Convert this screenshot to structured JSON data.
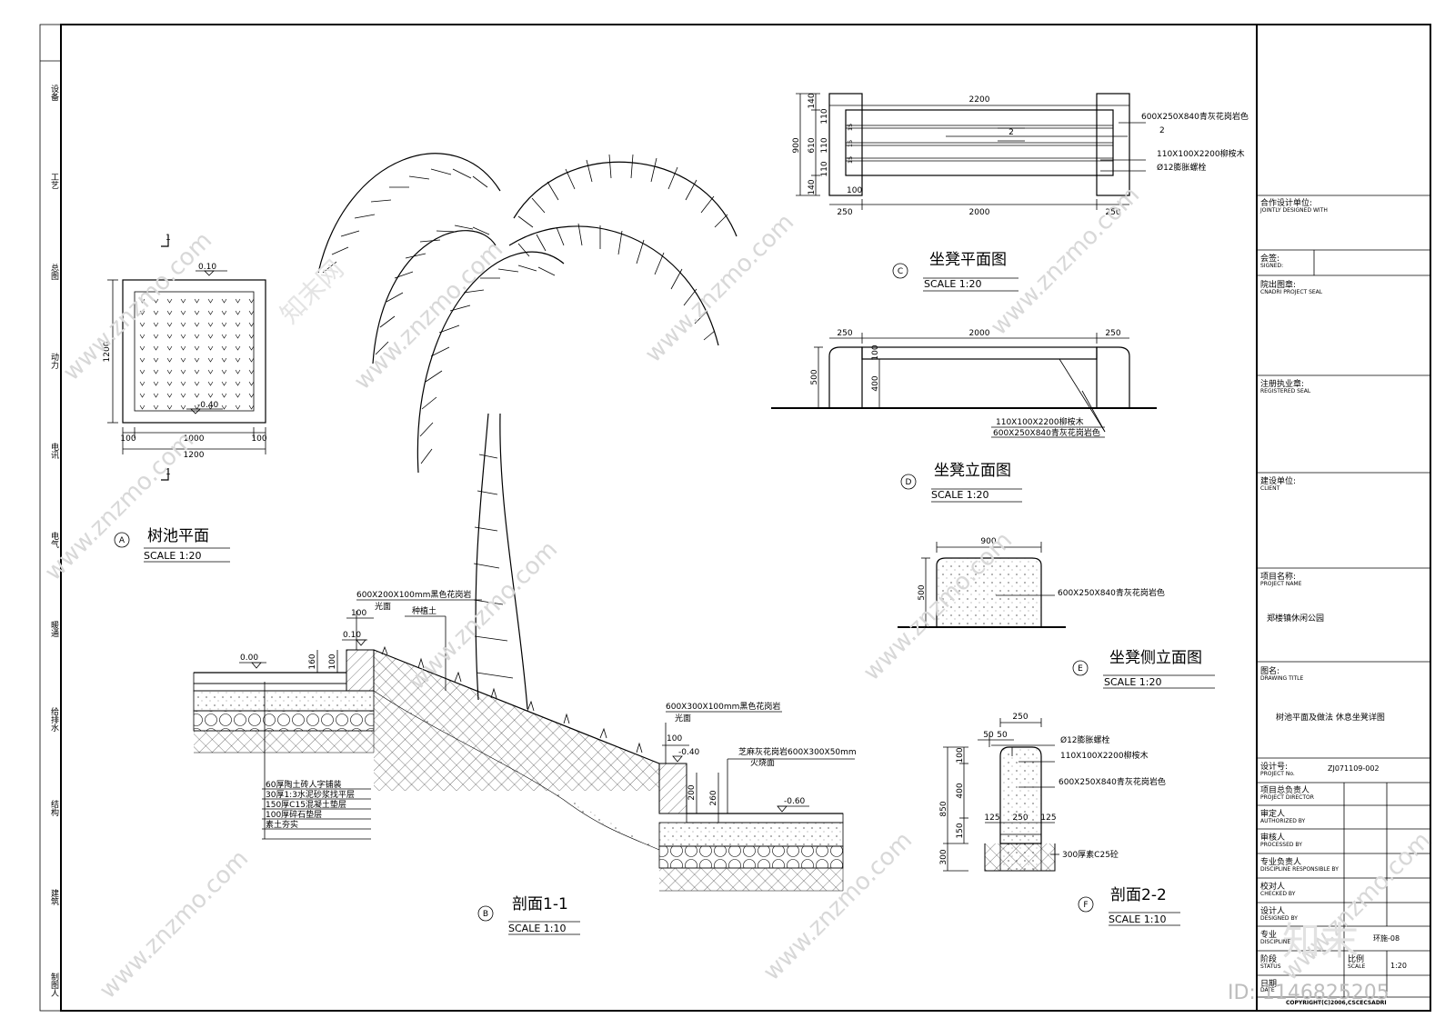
{
  "left_strip": [
    "设备",
    "工艺",
    "总图",
    "动力",
    "电讯",
    "电气",
    "暖通",
    "给排水",
    "结构",
    "建筑",
    "制图人"
  ],
  "title_block": {
    "jointly_cn": "合作设计单位:",
    "jointly_en": "JOINTLY DESIGNED WITH",
    "signed_cn": "会签:",
    "signed_en": "SIGNED:",
    "seal_cn": "院出图章:",
    "seal_en": "CNADRI PROJECT SEAL",
    "reg_cn": "注册执业章:",
    "reg_en": "REGISTERED SEAL",
    "client_cn": "建设单位:",
    "client_en": "CLIENT",
    "project_cn": "项目名称:",
    "project_en": "PROJECT NAME",
    "project_value": "郑楼镇休闲公园",
    "title_cn": "图名:",
    "title_en": "DRAWING TITLE",
    "title_value": "树池平面及做法  休息坐凳详图",
    "projno_cn": "设计号:",
    "projno_en": "PROJECT No.",
    "projno_value": "ZJ071109-002",
    "director_cn": "项目总负责人",
    "director_en": "PROJECT DIRECTOR",
    "auth_cn": "审定人",
    "auth_en": "AUTHORIZED BY",
    "proc_cn": "审核人",
    "proc_en": "PROCESSED BY",
    "disc_cn": "专业负责人",
    "disc_en": "DISCIPLINE RESPONSIBLE BY",
    "checked_cn": "校对人",
    "checked_en": "CHECKED BY",
    "designed_cn": "设计人",
    "designed_en": "DESIGNED BY",
    "discipline_cn": "专业",
    "discipline_en": "DISCIPLINE",
    "sheet_value": "环施-08",
    "status_cn": "阶段",
    "status_en": "STATUS",
    "scale_cn": "比例",
    "scale_en": "SCALE",
    "scale_value": "1:20",
    "date_cn": "日期",
    "date_en": "DATE",
    "copyright": "COPYRIGHT(C)2006,CSCECSADRI"
  },
  "views": {
    "a": {
      "mark": "A",
      "title": "树池平面",
      "scale": "SCALE    1:20",
      "sec_mark": "1",
      "dims": {
        "w_total": "1200",
        "w_mid": "1000",
        "w_side": "100",
        "h_total": "1200"
      },
      "levels": {
        "top": "0.10",
        "bottom": "-0.40"
      }
    },
    "b": {
      "mark": "B",
      "title": "剖面1-1",
      "scale": "SCALE 1:10",
      "labels": {
        "granite1": "600X200X100mm黑色花岗岩",
        "finish1": "光面",
        "soil": "种植土",
        "granite2": "600X300X100mm黑色花岗岩",
        "finish2": "光面",
        "granite3": "芝麻灰花岗岩600X300X50mm",
        "finish3": "火烧面"
      },
      "layers": [
        "60厚陶土砖人字铺装",
        "30厚1:3水泥砂浆找平层",
        "150厚C15混凝土垫层",
        "100厚碎石垫层",
        "素土夯实"
      ],
      "dims": {
        "d100a": "100",
        "d160": "160",
        "d100b": "100",
        "d100c": "100",
        "d200": "200",
        "d260": "260"
      },
      "levels": {
        "l0": "0.00",
        "l1": "0.10",
        "l2": "-0.40",
        "l3": "-0.60"
      }
    },
    "c": {
      "mark": "C",
      "title": "坐凳平面图",
      "scale": "SCALE    1:20",
      "labels": {
        "stone": "600X250X840青灰花岗岩色",
        "wood": "110X100X2200柳桉木",
        "bolt": "Ø12膨胀螺栓",
        "sec2": "2"
      },
      "dims": {
        "top": "2200",
        "left": "250",
        "mid": "2000",
        "right": "250",
        "h900": "900",
        "h140a": "140",
        "h110a": "110",
        "h610": "610",
        "h110b": "110",
        "h110c": "110",
        "h140b": "140",
        "s15": "15",
        "s100": "100"
      }
    },
    "d": {
      "mark": "D",
      "title": "坐凳立面图",
      "scale": "SCALE    1:20",
      "labels": {
        "wood": "110X100X2200柳桉木",
        "stone": "600X250X840青灰花岗岩色"
      },
      "dims": {
        "left": "250",
        "mid": "2000",
        "right": "250",
        "h500": "500",
        "h400": "400",
        "h100": "100"
      }
    },
    "e": {
      "mark": "E",
      "title": "坐凳侧立面图",
      "scale": "SCALE         1:20",
      "labels": {
        "stone": "600X250X840青灰花岗岩色"
      },
      "dims": {
        "w": "900",
        "h": "500"
      }
    },
    "f": {
      "mark": "F",
      "title": "剖面2-2",
      "scale": "SCALE 1:10",
      "labels": {
        "bolt": "Ø12膨胀螺栓",
        "wood": "110X100X2200柳桉木",
        "stone": "600X250X840青灰花岗岩色",
        "concrete": "300厚素C25砼"
      },
      "dims": {
        "top": "250",
        "d50a": "50",
        "d50b": "50",
        "h100": "100",
        "h400": "400",
        "h850": "850",
        "h150": "150",
        "h300": "300",
        "b125a": "125",
        "b250": "250",
        "b125b": "125"
      }
    }
  },
  "watermark": {
    "site": "www.znzmo.com",
    "brand": "知末网",
    "logo": "知末",
    "id": "ID: 1146825205"
  }
}
